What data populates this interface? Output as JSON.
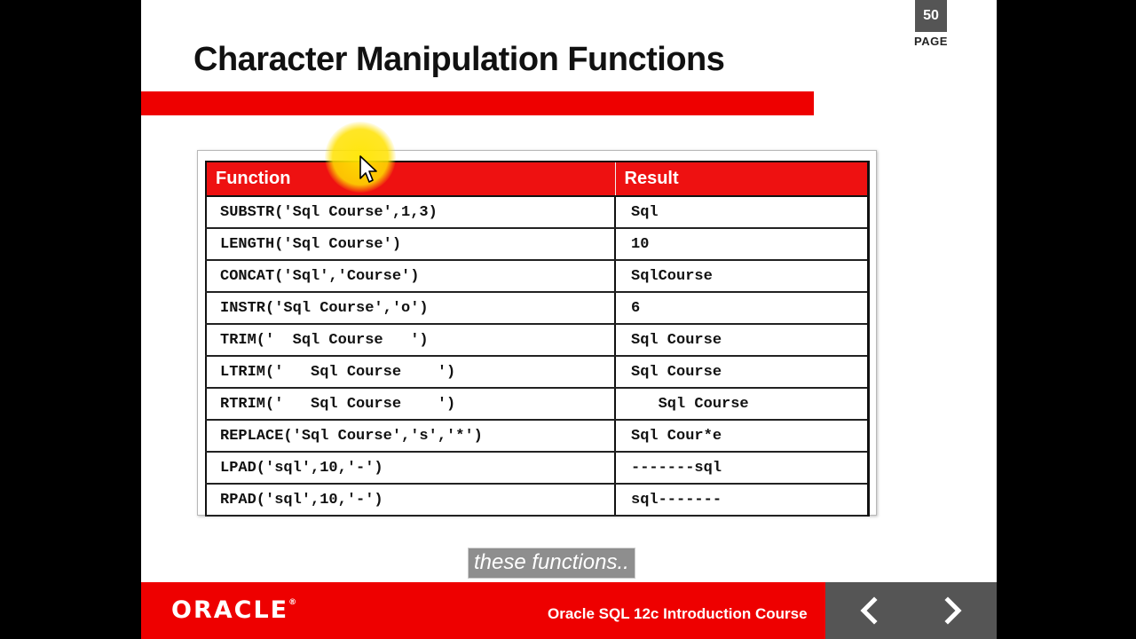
{
  "slide": {
    "page_number": "50",
    "page_label": "PAGE",
    "title": "Character Manipulation Functions"
  },
  "table": {
    "headers": {
      "function": "Function",
      "result": "Result"
    },
    "rows": [
      {
        "function": "SUBSTR('Sql Course',1,3)",
        "result": "Sql"
      },
      {
        "function": "LENGTH('Sql Course')",
        "result": "10"
      },
      {
        "function": "CONCAT('Sql','Course')",
        "result": "SqlCourse"
      },
      {
        "function": "INSTR('Sql Course','o')",
        "result": "6"
      },
      {
        "function": "TRIM('  Sql Course   ')",
        "result": "Sql Course"
      },
      {
        "function": "LTRIM('   Sql Course    ')",
        "result": "Sql Course"
      },
      {
        "function": "RTRIM('   Sql Course    ')",
        "result": "   Sql Course"
      },
      {
        "function": "REPLACE('Sql Course','s','*')",
        "result": "Sql Cour*e"
      },
      {
        "function": "LPAD('sql',10,'-')",
        "result": "-------sql"
      },
      {
        "function": "RPAD('sql',10,'-')",
        "result": "sql-------"
      }
    ]
  },
  "caption": "these functions..",
  "footer": {
    "logo_text": "ORACLE",
    "logo_mark": "®",
    "course_name": "Oracle SQL 12c Introduction Course"
  },
  "icons": {
    "cursor": "mouse-pointer-icon",
    "prev": "chevron-left-icon",
    "next": "chevron-right-icon"
  },
  "colors": {
    "accent_red": "#ee0000",
    "badge_gray": "#555555",
    "cursor_highlight": "#ffe000"
  }
}
